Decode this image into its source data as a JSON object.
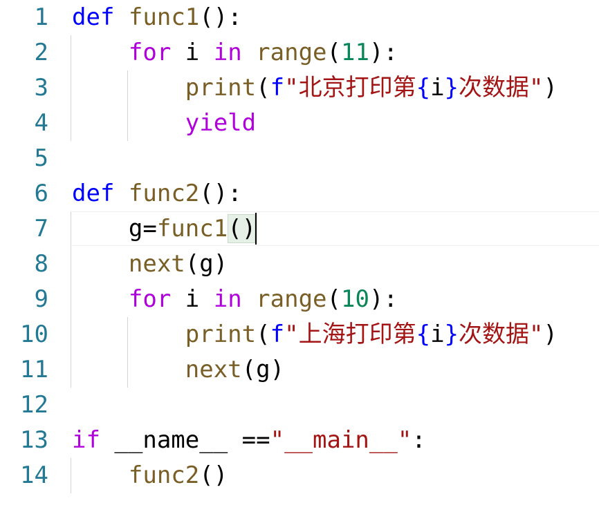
{
  "editor": {
    "lines": [
      {
        "num": "1",
        "tokens": [
          {
            "t": "def",
            "c": "kw-def"
          },
          {
            "t": " ",
            "c": "punc"
          },
          {
            "t": "func1",
            "c": "fn"
          },
          {
            "t": "():",
            "c": "punc"
          }
        ]
      },
      {
        "num": "2",
        "tokens": [
          {
            "t": "    ",
            "c": "punc"
          },
          {
            "t": "for",
            "c": "kw-ctl"
          },
          {
            "t": " i ",
            "c": "punc"
          },
          {
            "t": "in",
            "c": "kw-ctl"
          },
          {
            "t": " ",
            "c": "punc"
          },
          {
            "t": "range",
            "c": "fn"
          },
          {
            "t": "(",
            "c": "punc"
          },
          {
            "t": "11",
            "c": "num"
          },
          {
            "t": "):",
            "c": "punc"
          }
        ]
      },
      {
        "num": "3",
        "tokens": [
          {
            "t": "        ",
            "c": "punc"
          },
          {
            "t": "print",
            "c": "fn"
          },
          {
            "t": "(",
            "c": "punc"
          },
          {
            "t": "f",
            "c": "fprefix"
          },
          {
            "t": "\"北京打印第",
            "c": "str"
          },
          {
            "t": "{",
            "c": "brace"
          },
          {
            "t": "i",
            "c": "punc"
          },
          {
            "t": "}",
            "c": "brace"
          },
          {
            "t": "次数据\"",
            "c": "str"
          },
          {
            "t": ")",
            "c": "punc"
          }
        ]
      },
      {
        "num": "4",
        "tokens": [
          {
            "t": "        ",
            "c": "punc"
          },
          {
            "t": "yield",
            "c": "kw-ctl"
          }
        ]
      },
      {
        "num": "5",
        "tokens": []
      },
      {
        "num": "6",
        "tokens": [
          {
            "t": "def",
            "c": "kw-def"
          },
          {
            "t": " ",
            "c": "punc"
          },
          {
            "t": "func2",
            "c": "fn"
          },
          {
            "t": "():",
            "c": "punc"
          }
        ]
      },
      {
        "num": "7",
        "tokens": [
          {
            "t": "    g=",
            "c": "punc"
          },
          {
            "t": "func1",
            "c": "fn"
          },
          {
            "t": "()",
            "c": "punc"
          }
        ]
      },
      {
        "num": "8",
        "tokens": [
          {
            "t": "    ",
            "c": "punc"
          },
          {
            "t": "next",
            "c": "fn"
          },
          {
            "t": "(g)",
            "c": "punc"
          }
        ]
      },
      {
        "num": "9",
        "tokens": [
          {
            "t": "    ",
            "c": "punc"
          },
          {
            "t": "for",
            "c": "kw-ctl"
          },
          {
            "t": " i ",
            "c": "punc"
          },
          {
            "t": "in",
            "c": "kw-ctl"
          },
          {
            "t": " ",
            "c": "punc"
          },
          {
            "t": "range",
            "c": "fn"
          },
          {
            "t": "(",
            "c": "punc"
          },
          {
            "t": "10",
            "c": "num"
          },
          {
            "t": "):",
            "c": "punc"
          }
        ]
      },
      {
        "num": "10",
        "tokens": [
          {
            "t": "        ",
            "c": "punc"
          },
          {
            "t": "print",
            "c": "fn"
          },
          {
            "t": "(",
            "c": "punc"
          },
          {
            "t": "f",
            "c": "fprefix"
          },
          {
            "t": "\"上海打印第",
            "c": "str"
          },
          {
            "t": "{",
            "c": "brace"
          },
          {
            "t": "i",
            "c": "punc"
          },
          {
            "t": "}",
            "c": "brace"
          },
          {
            "t": "次数据\"",
            "c": "str"
          },
          {
            "t": ")",
            "c": "punc"
          }
        ]
      },
      {
        "num": "11",
        "tokens": [
          {
            "t": "        ",
            "c": "punc"
          },
          {
            "t": "next",
            "c": "fn"
          },
          {
            "t": "(g)",
            "c": "punc"
          }
        ]
      },
      {
        "num": "12",
        "tokens": []
      },
      {
        "num": "13",
        "tokens": [
          {
            "t": "if",
            "c": "kw-ctl"
          },
          {
            "t": " __name__ ==",
            "c": "punc"
          },
          {
            "t": "\"__main__\"",
            "c": "str"
          },
          {
            "t": ":",
            "c": "punc"
          }
        ]
      },
      {
        "num": "14",
        "tokens": [
          {
            "t": "    ",
            "c": "punc"
          },
          {
            "t": "func2",
            "c": "fn"
          },
          {
            "t": "()",
            "c": "punc"
          }
        ]
      }
    ]
  },
  "colors": {
    "line_number": "#237893",
    "keyword_def": "#0000ff",
    "keyword_control": "#af00db",
    "function": "#795e26",
    "number": "#098658",
    "string": "#a31515"
  }
}
